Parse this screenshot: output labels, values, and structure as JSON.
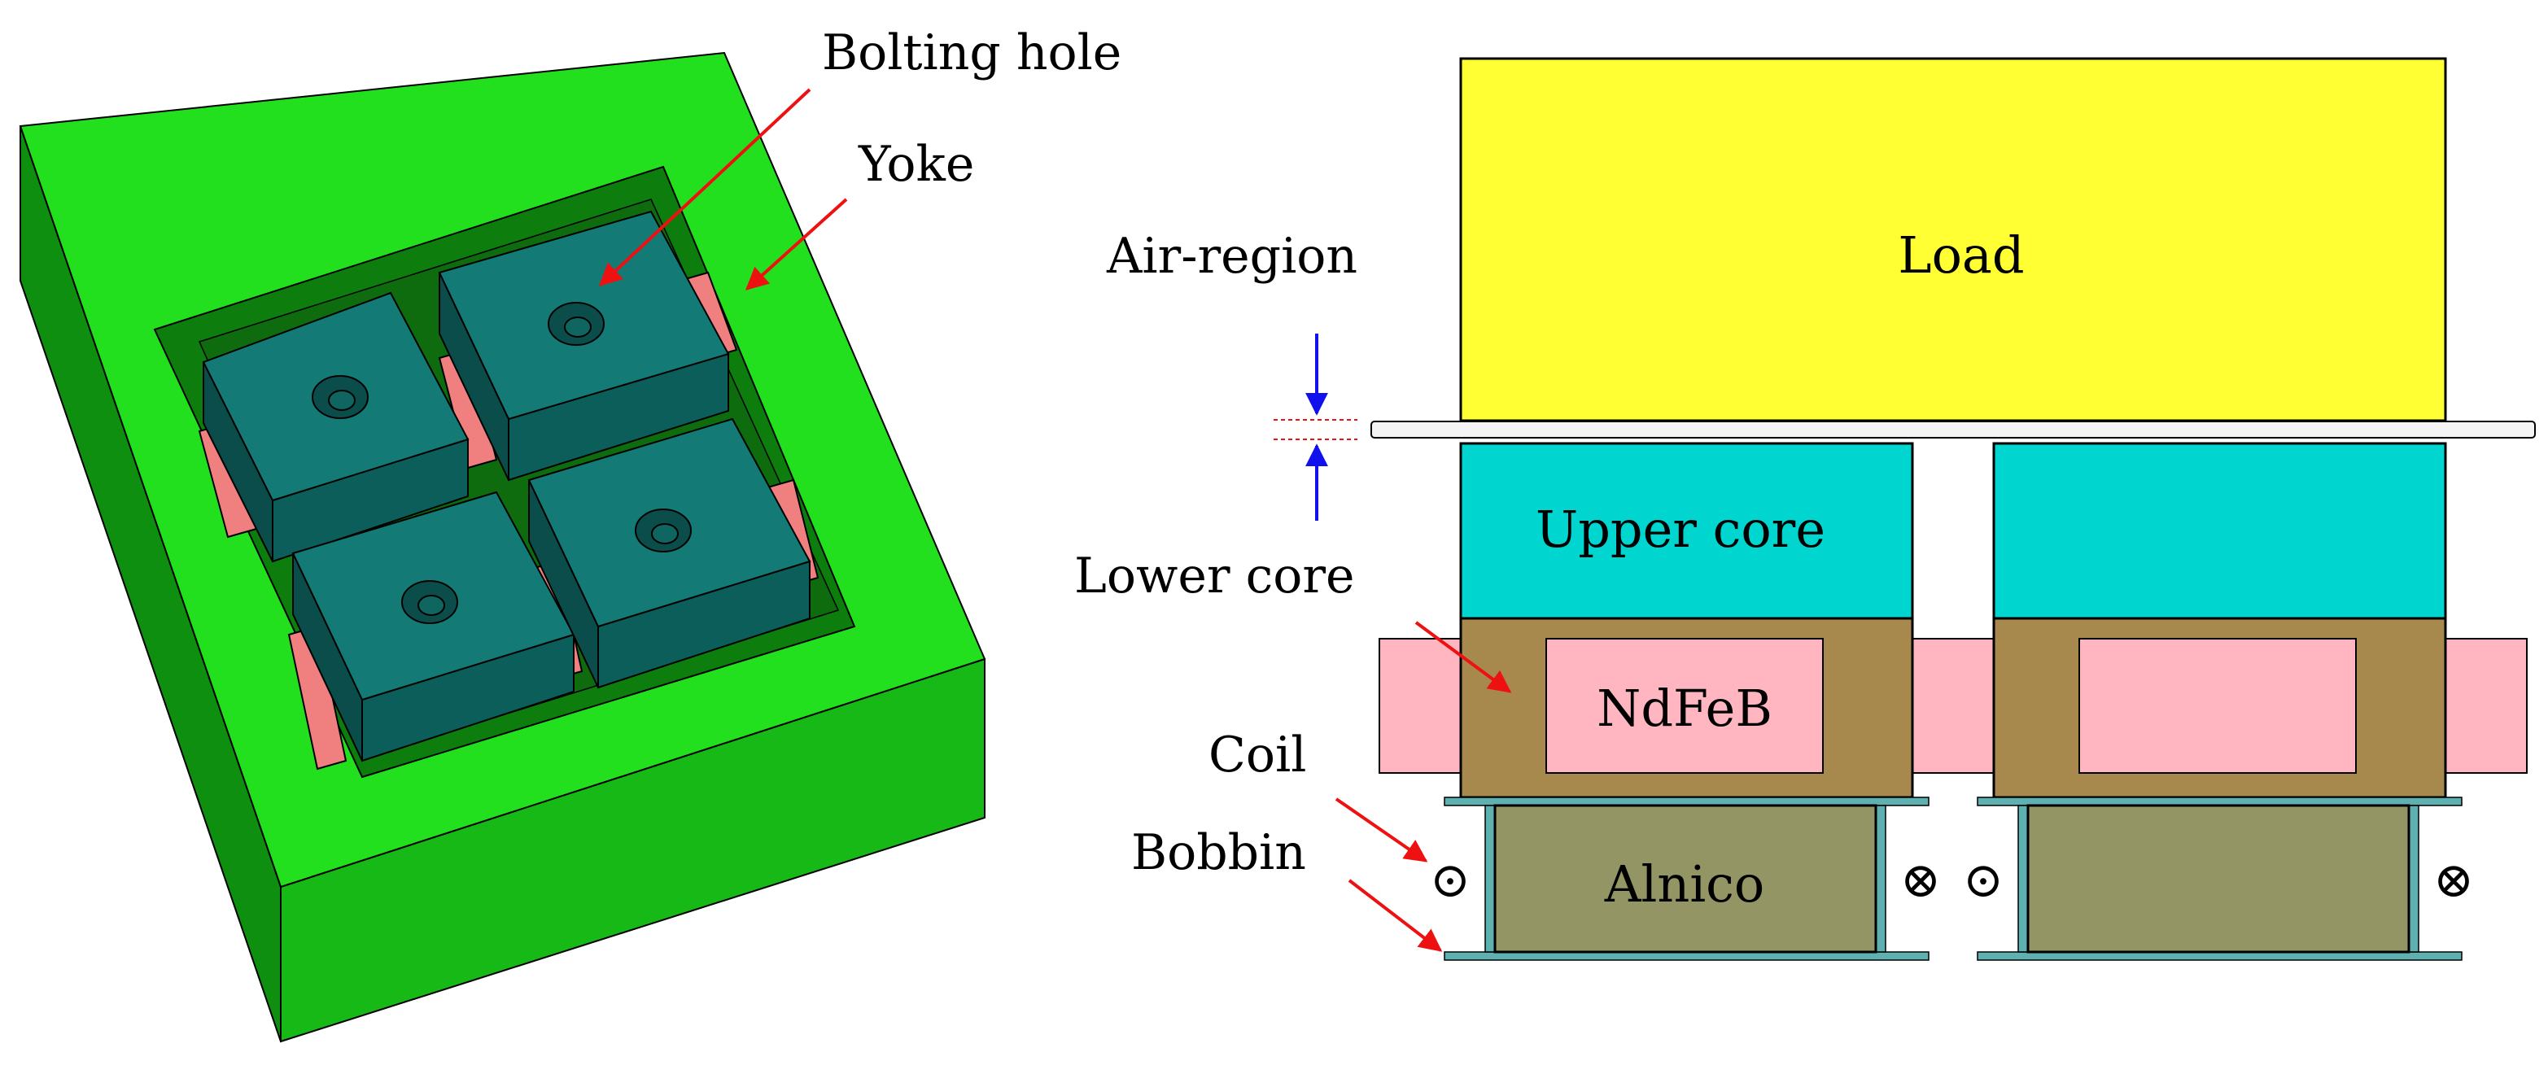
{
  "labels": {
    "bolting_hole": "Bolting hole",
    "yoke": "Yoke",
    "air_region": "Air-region",
    "lower_core": "Lower core",
    "coil": "Coil",
    "bobbin": "Bobbin",
    "load": "Load",
    "upper_core": "Upper core",
    "ndfeb": "NdFeB",
    "alnico": "Alnico"
  },
  "symbols": {
    "current_out": "⊙",
    "current_in": "⊗"
  },
  "colors": {
    "yoke_light": "#22e01e",
    "yoke_dark": "#0f8f0f",
    "yoke_mid": "#17b917",
    "core_3d_top": "#137a75",
    "core_3d_side": "#0a4d4a",
    "magnet_pink": "#f08080",
    "load": "#ffff33",
    "upper_core": "#00d5d0",
    "lower_core": "#a8894d",
    "ndfeb": "#ffb6c1",
    "alnico": "#939564",
    "bobbin": "#5fb0b0",
    "arrow_red": "#ee1111",
    "arrow_blue": "#1111ee"
  }
}
